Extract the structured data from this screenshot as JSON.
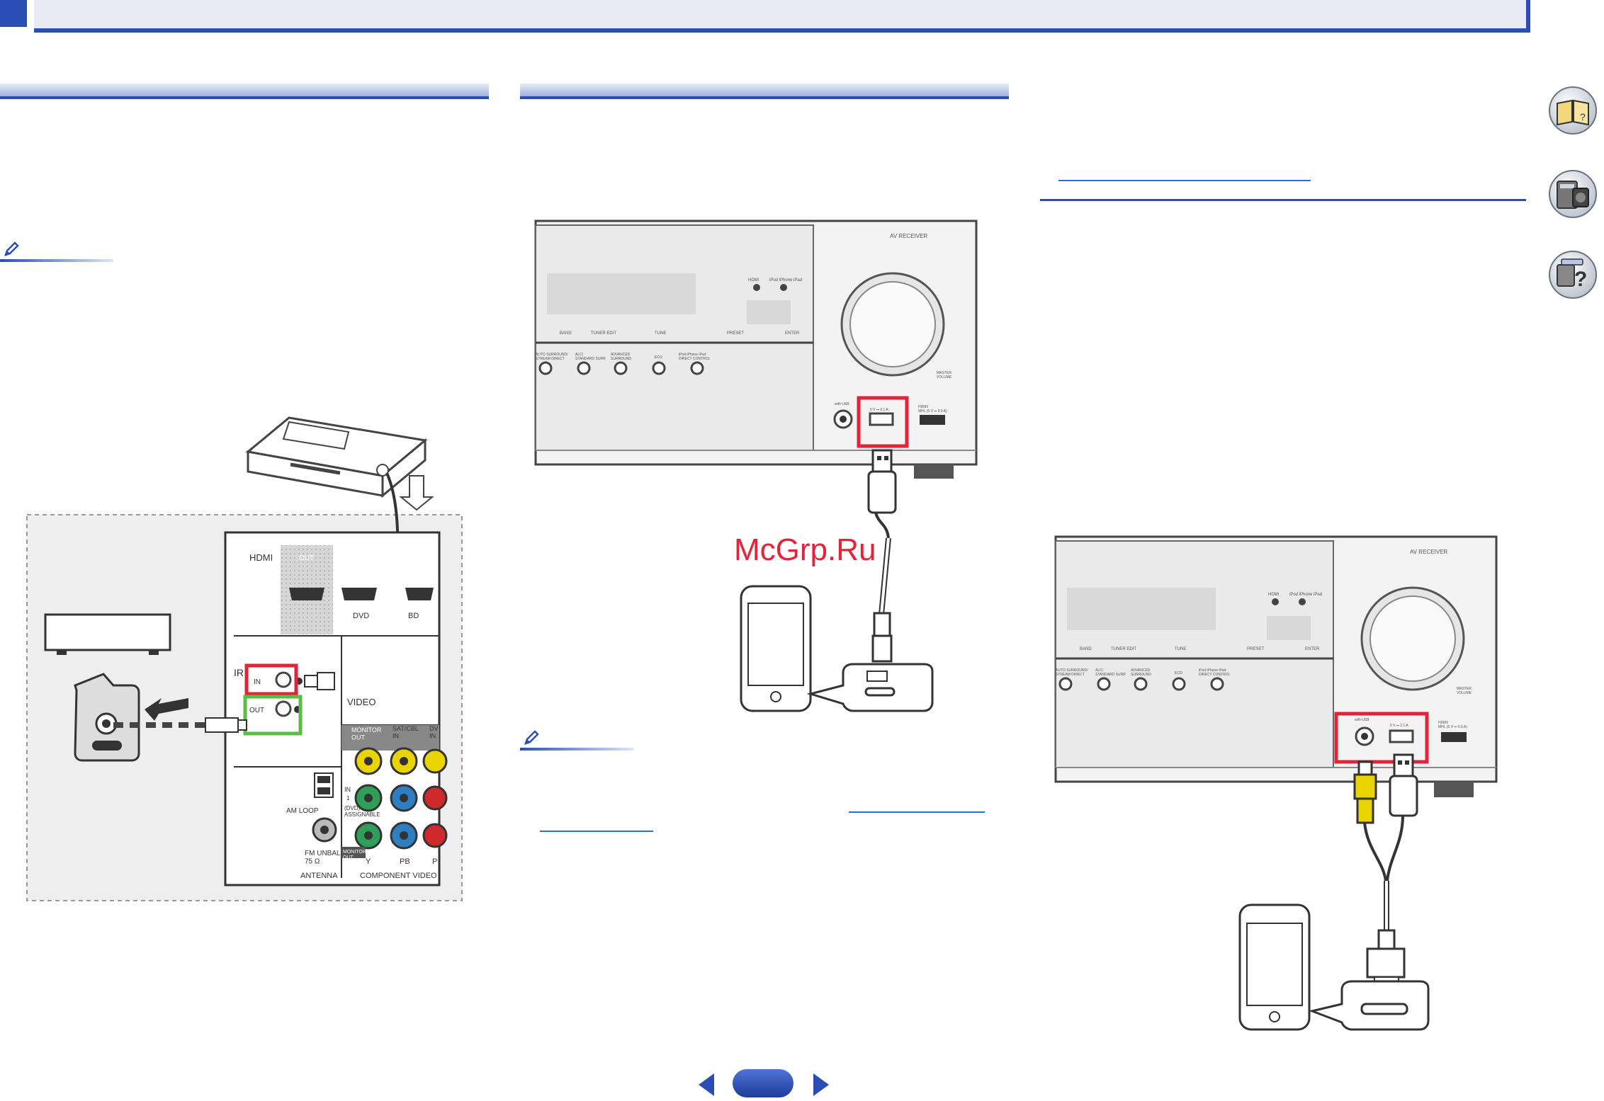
{
  "watermark": "McGrp.Ru",
  "colors": {
    "header_blue": "#2a4eb3",
    "highlight_red": "#e3233a",
    "highlight_green": "#5dbb46",
    "link_blue": "#2a6ecf",
    "yellow_jack": "#e9d300",
    "green_jack": "#2e9e58",
    "blue_jack": "#2e7fc2",
    "red_jack": "#d0292c"
  },
  "side_icons": [
    "book-help-icon",
    "remote-control-icon",
    "troubleshooting-icon"
  ],
  "pagination": {
    "prev": "prev-arrow-icon",
    "next": "next-arrow-icon",
    "current_page": ""
  },
  "rear_panel": {
    "hdmi": "HDMI",
    "out": "OUT",
    "dvd": "DVD",
    "bd": "BD",
    "ir": "IR",
    "ir_in": "IN",
    "ir_out": "OUT",
    "video": "VIDEO",
    "monitor_out": "MONITOR\nOUT",
    "sat_cbl_in": "SAT/CBL\nIN",
    "dvd_in": "DV\nIN",
    "am_loop": "AM LOOP",
    "fm_unbal": "FM UNBAL\n75 Ω",
    "antenna": "ANTENNA",
    "assignable": "(DVD)\nASSIGNABLE",
    "component_in": "IN",
    "component_in_num": "1",
    "monitor_out_small": "MONITOR\nOUT",
    "y": "Y",
    "pb": "PB",
    "pr": "P",
    "component_video": "COMPONENT VIDEO"
  },
  "front_panel": {
    "av_receiver": "AV RECEIVER",
    "hdmi": "HDMI",
    "ipod_label": "iPod iPhone iPad",
    "buttons_row": [
      "BAND",
      "TUNER EDIT",
      "TUNE",
      "PRESET",
      "ENTER"
    ],
    "lower_buttons": [
      "AUTO SURROUND/\nSTREAM DIRECT",
      "ALC/\nSTANDARD SURR",
      "ADVANCED\nSURROUND",
      "ECO",
      "iPod iPhone iPad\nDIRECT CONTROL"
    ],
    "master_volume": "MASTER\nVOLUME",
    "usb_left": "with USB",
    "usb_rating": "5 V ⎓ 2.1 A",
    "hdmi_mhl": "HDMI/\nMHL (5 V ⎓ 0.9 A)"
  }
}
